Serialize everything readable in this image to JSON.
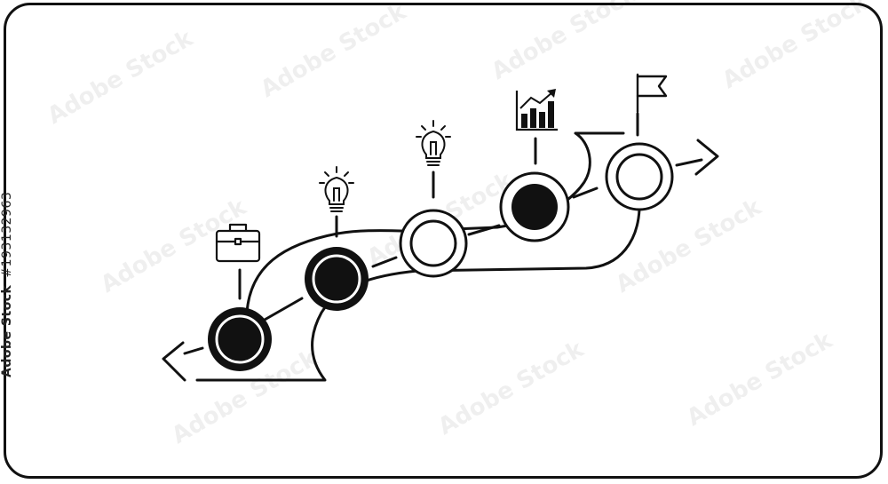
{
  "diagram": {
    "kind": "roadmap-timeline",
    "milestones": [
      {
        "id": 1,
        "style": "filled",
        "icon": "briefcase-icon"
      },
      {
        "id": 2,
        "style": "filled",
        "icon": "lightbulb-icon"
      },
      {
        "id": 3,
        "style": "hollow",
        "icon": "lightbulb-icon"
      },
      {
        "id": 4,
        "style": "filled",
        "icon": "growth-chart-icon"
      },
      {
        "id": 5,
        "style": "hollow",
        "icon": "flag-icon"
      }
    ],
    "colors": {
      "stroke": "#111111",
      "fill": "#111111",
      "background": "#ffffff"
    }
  },
  "watermark": {
    "brand": "Adobe Stock",
    "stock_id": "#193132963"
  }
}
